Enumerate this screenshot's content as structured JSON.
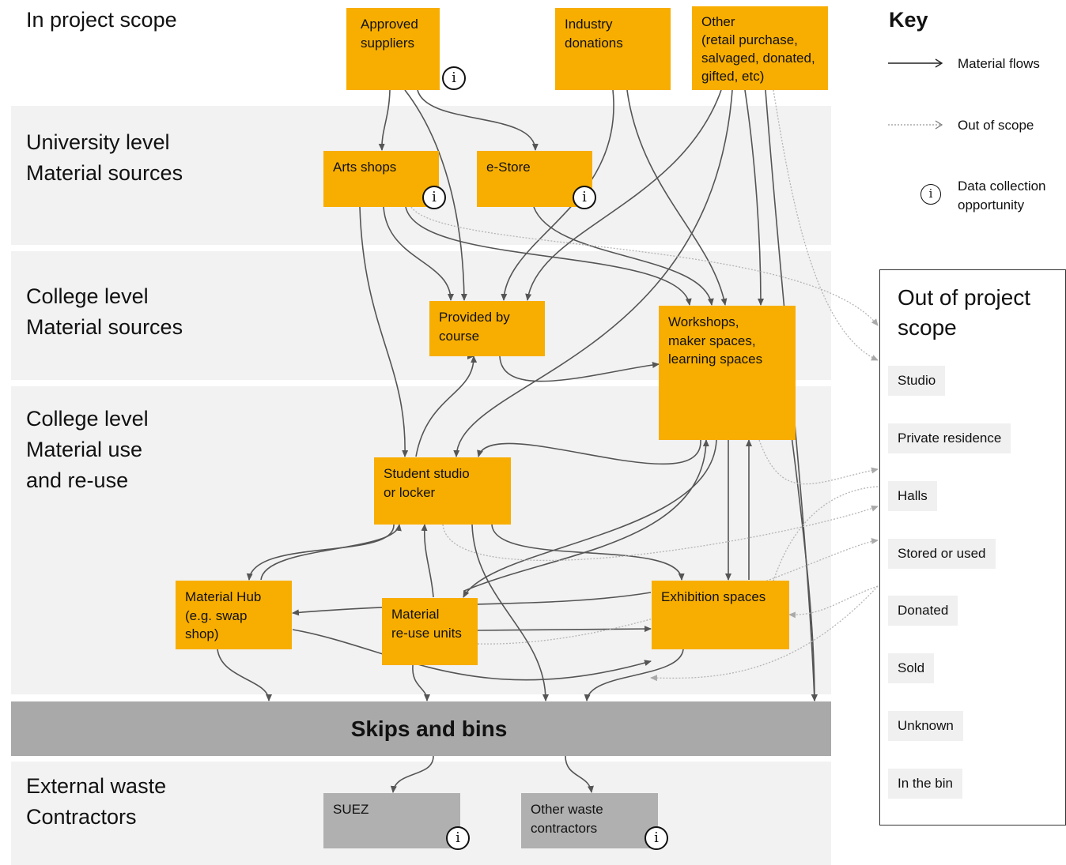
{
  "rows": {
    "in_project_scope": "In project scope",
    "university_sources": [
      "University level",
      "Material sources"
    ],
    "college_sources": [
      "College level",
      "Material sources"
    ],
    "college_use": [
      "College level",
      "Material use",
      "and re-use"
    ],
    "external": [
      "External waste",
      "Contractors"
    ]
  },
  "boxes": {
    "approved_suppliers": [
      "Approved",
      "suppliers"
    ],
    "industry_donations": [
      "Industry",
      "donations"
    ],
    "other": [
      "Other",
      "(retail purchase,",
      "salvaged, donated,",
      "gifted, etc)"
    ],
    "arts_shops": "Arts shops",
    "e_store": "e-Store",
    "provided_by_course": [
      "Provided by",
      "course"
    ],
    "workshops": [
      "Workshops,",
      "maker spaces,",
      "learning spaces"
    ],
    "student_studio": [
      "Student studio",
      "or locker"
    ],
    "material_hub": [
      "Material Hub",
      "(e.g. swap",
      "shop)"
    ],
    "material_reuse": [
      "Material",
      "re-use units"
    ],
    "exhibition": "Exhibition spaces",
    "skips": "Skips and bins",
    "suez": "SUEZ",
    "other_waste": [
      "Other waste",
      "contractors"
    ]
  },
  "info_symbol": "i",
  "key": {
    "title": "Key",
    "material_flows": "Material flows",
    "out_of_scope": "Out of scope",
    "data_collection": [
      "Data collection",
      "opportunity"
    ]
  },
  "out_of_project_scope": {
    "title": [
      "Out of project",
      "scope"
    ],
    "items": [
      "Studio",
      "Private residence",
      "Halls",
      "Stored or used",
      "Donated",
      "Sold",
      "Unknown",
      "In the bin"
    ]
  },
  "colors": {
    "box_orange": "#f8ae00",
    "box_grey": "#b0b0b0",
    "band": "#f2f2f2",
    "skips": "#a9a9a9",
    "arrow": "#555555",
    "dotted": "#b0b0b0"
  }
}
